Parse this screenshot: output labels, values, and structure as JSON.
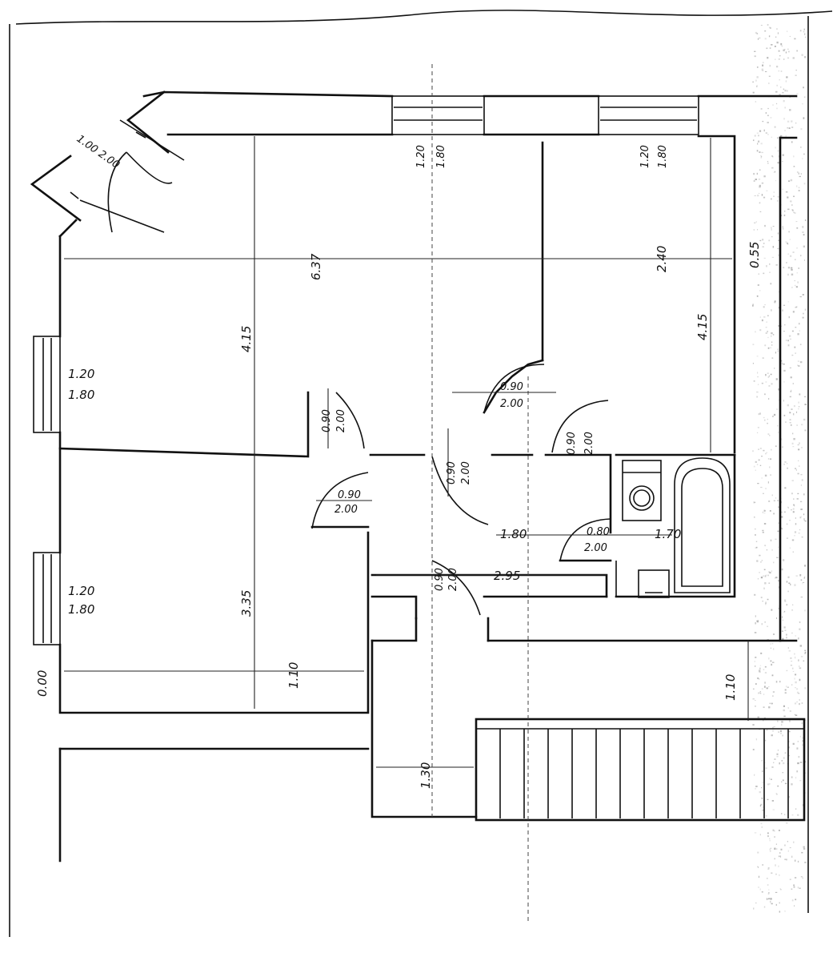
{
  "dimensions": {
    "overall_length": "6.37",
    "room_a_width": "4.15",
    "room_b_width": "4.15",
    "room_b_depth": "2.40",
    "room_c_width": "3.35",
    "outer_margin": "0.55",
    "hall_length": "1.80",
    "corridor_length": "2.95",
    "bath_width": "1.70",
    "lower_a": "1.10",
    "lower_b": "1.10",
    "stair_landing": "1.30",
    "edge_fragment": "0.00"
  },
  "windows": {
    "top_left": {
      "width": "1.20",
      "height": "1.80"
    },
    "top_right": {
      "width": "1.20",
      "height": "1.80"
    },
    "left_upper": {
      "width": "1.20",
      "height": "1.80"
    },
    "left_lower": {
      "width": "1.20",
      "height": "1.80"
    }
  },
  "doors": {
    "entry": "1.00 2.00",
    "room_a": {
      "width": "0.90",
      "height": "2.00"
    },
    "room_b": {
      "width": "0.90",
      "height": "2.00"
    },
    "hall_left": {
      "width": "0.90",
      "height": "2.00"
    },
    "hall_center": {
      "width": "0.90",
      "height": "2.00"
    },
    "hall_right": {
      "width": "0.90",
      "height": "2.00"
    },
    "bath": {
      "width": "0.80",
      "height": "2.00"
    },
    "closet": {
      "width": "0.90",
      "height": "2.00"
    }
  }
}
